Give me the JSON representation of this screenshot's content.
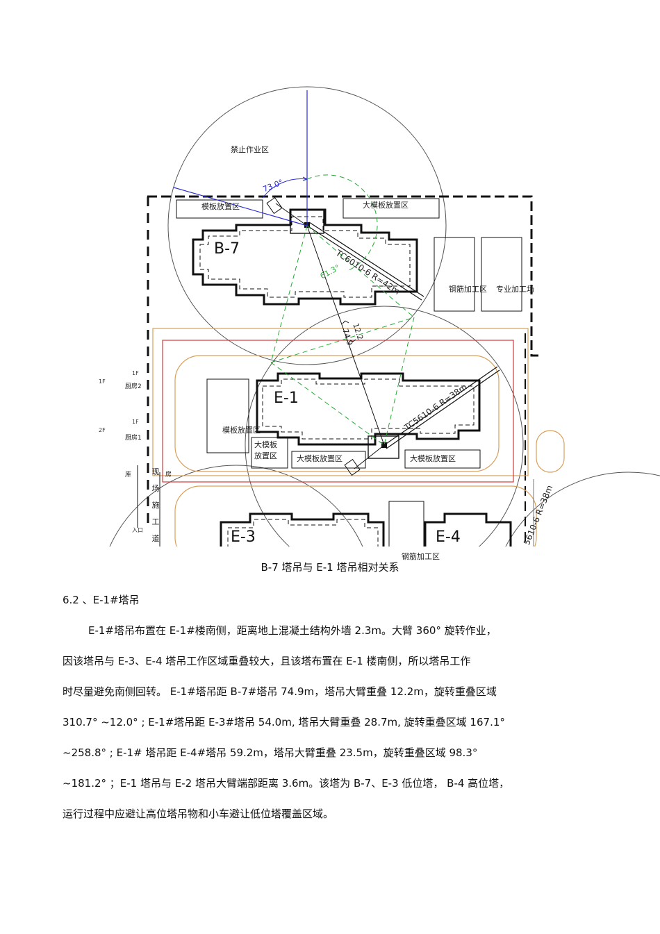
{
  "figure": {
    "labels": {
      "forbidden_zone": "禁止作业区",
      "formwork_zone_1": "模板放置区",
      "large_formwork_zone_1": "大模板放置区",
      "building_b7": "B-7",
      "crane_tc6010": "TC6010-6 R=42m",
      "angle_73": "73.0°",
      "angle_61": "61.3°",
      "rebar_zone": "钢筋加工区",
      "special_zone": "专业加工场",
      "dim_122": "12.2",
      "dim_749": "74.9",
      "building_e1": "E-1",
      "crane_tc5610": "TC5610-6 R=38m",
      "formwork_zone_2": "模板放置区",
      "large_formwork_line1": "大模板",
      "large_formwork_line2": "放置区",
      "large_formwork_zone_2": "大模板放置区",
      "large_formwork_zone_3": "大模板放置区",
      "kitchen_2": "厨房2",
      "kitchen_1": "厨房1",
      "warehouse": "库",
      "room": "房",
      "road": [
        "现",
        "场",
        "施",
        "工",
        "道"
      ],
      "building_e3": "E-3",
      "building_e4": "E-4",
      "crane_e4_partial": "5610-6 R=38m",
      "rebar_zone_2": "钢筋加工区",
      "mark_1f_a": "1F",
      "mark_1f_b": "1F",
      "mark_1f_c": "1F",
      "mark_2f_a": "2F",
      "mark_entry": "入口"
    },
    "caption": "B-7 塔吊与  E-1 塔吊相对关系"
  },
  "section": {
    "heading": "6.2 、E-1#塔吊",
    "lines": [
      "E-1#塔吊布置在  E-1#楼南侧，距离地上混凝土结构外墙     2.3m。大臂  360°  旋转作业，",
      "因该塔吊与   E-3、E-4  塔吊工作区域重叠较大，且该塔布置在       E-1  楼南侧，所以塔吊工作",
      "时尽量避免南侧回转。  E-1#塔吊距  B-7#塔吊  74.9m，塔吊大臂重叠    12.2m，旋转重叠区域",
      "310.7°  ~12.0°  ; E-1#塔吊距   E-3#塔吊  54.0m, 塔吊大臂重叠   28.7m, 旋转重叠区域   167.1°",
      "~258.8°  ; E-1#  塔吊距    E-4#塔吊   59.2m，塔吊大臂重叠     23.5m，旋转重叠区域      98.3°",
      "~181.2°  ；E-1  塔吊与  E-2  塔吊大臂端部距离    3.6m。该塔为  B-7、E-3 低位塔，  B-4 高位塔，",
      "运行过程中应避让高位塔吊物和小车避让低位塔覆盖区域。"
    ]
  },
  "colors": {
    "blue_line": "#2b2bd0",
    "green_dash": "#22aa33",
    "orange_boundary": "#d9a05a",
    "red_boundary": "#d23a3a"
  }
}
